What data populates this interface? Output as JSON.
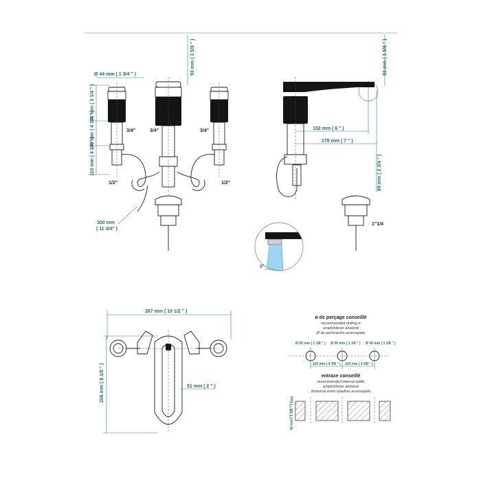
{
  "front_view": {
    "diameter": "Ø  44 mm ( 1 3/4 \" )",
    "height_top": "93 mm ( 3 5/8 \" )",
    "height_handle": "81 mm ( 3 1/4 \" )",
    "height_mid": "109 mm ( 4 1/4 \" )",
    "height_low": "110 mm ( 4 1/4 \" )",
    "thread_left": "3/4\"",
    "thread_center": "3/4\"",
    "thread_right": "3/4\"",
    "inlet_left": "1/2\"",
    "inlet_right": "1/2\"",
    "hose_length": "300 mm",
    "hose_length_in": "( 11 3/4\" )"
  },
  "side_view": {
    "height_top": "93 mm ( 3 5/8 \" )",
    "reach_152": "152 mm ( 6 \" )",
    "reach_178": "178 mm ( 7 \" )",
    "height_69": "69 mm ( 2 3/4 \" )",
    "waste_size": "1\"1/4"
  },
  "detail": {
    "angle": "0°"
  },
  "top_view": {
    "width": "267 mm ( 10 1/2 \" )",
    "depth": "206 mm ( 8 1/8 \" )",
    "offset": "51 mm ( 2 \" )"
  },
  "drilling": {
    "title_fr": "ø de perçage conseillé",
    "title_en": "recommended drilling ø",
    "title_de": "empfohlener abstand",
    "title_es": "Ø de perforación aconsejado",
    "hole_1": "Ø 30 mm ( 1 1/8 \" )",
    "hole_2": "Ø 30 mm ( 1 1/8 \" )",
    "hole_3": "Ø 30 mm ( 1 1/8 \" )",
    "spacing_1": "110 mm ( 4 3/8 \" )",
    "spacing_2": "110 mm ( 4 3/8 \" )"
  },
  "interval": {
    "title_fr": "entraxe conseillé",
    "title_en": "recommended interval width",
    "title_de": "empfohlener abstand",
    "title_es": "distancia entre taladros aconsejado",
    "thickness": "40 mm ( 1 5/8 \" ) max"
  },
  "colors": {
    "dimension": "#1f6d6d",
    "line": "#1b1b1b",
    "detail_water": "#9fd3f2"
  }
}
